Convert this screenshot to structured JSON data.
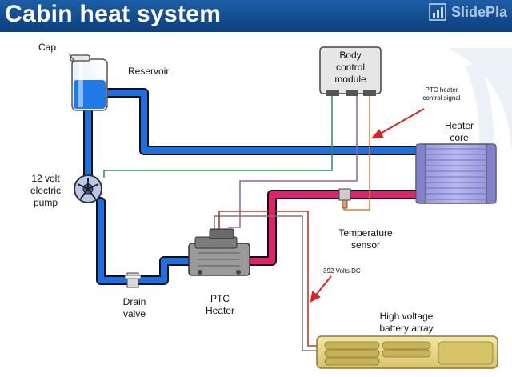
{
  "header": {
    "title": "Cabin heat system",
    "brand": "SlidePla"
  },
  "labels": {
    "cap": "Cap",
    "reservoir": "Reservoir",
    "pump_line1": "12 volt",
    "pump_line2": "electric",
    "pump_line3": "pump",
    "bcm_line1": "Body",
    "bcm_line2": "control",
    "bcm_line3": "module",
    "ptc_signal_line1": "PTC heater",
    "ptc_signal_line2": "control signal",
    "heater_core_line1": "Heater",
    "heater_core_line2": "core",
    "temp_sensor_line1": "Temperature",
    "temp_sensor_line2": "sensor",
    "volts": "392 Volts  DC",
    "drain_line1": "Drain",
    "drain_line2": "valve",
    "ptc_heater_line1": "PTC",
    "ptc_heater_line2": "Heater",
    "battery_line1": "High voltage",
    "battery_line2": "battery array"
  },
  "colors": {
    "header_blue": "#14508f",
    "coolant_cold": "#1f6fe0",
    "coolant_hot": "#e0226e",
    "signal_green": "#2e8b57",
    "signal_purple": "#9b59b6",
    "signal_orange": "#e07b39",
    "arrow_red": "#e02020",
    "hv_wire_red": "#c0392b"
  }
}
